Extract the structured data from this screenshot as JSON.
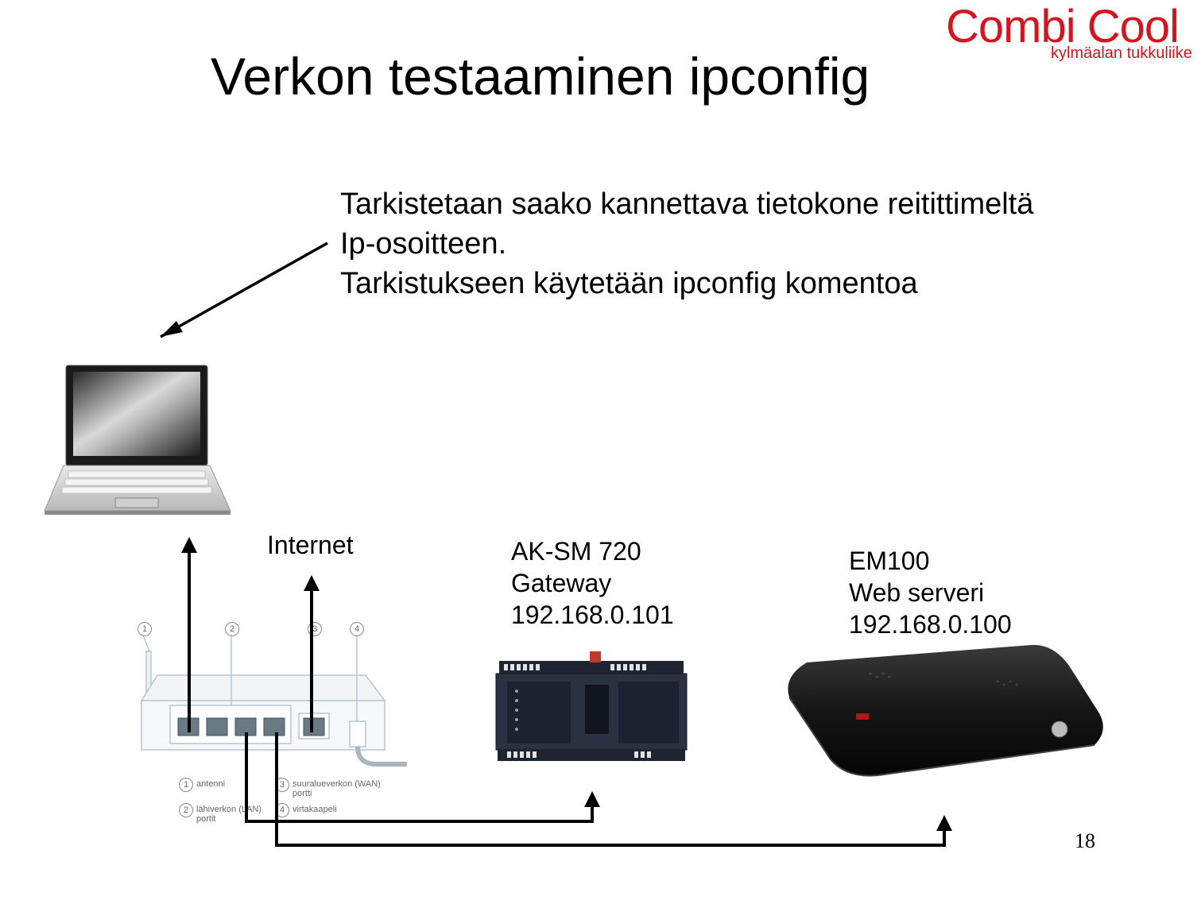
{
  "logo": {
    "name": "Combi Cool",
    "tagline": "kylmäalan tukkuliike",
    "color": "#d7141d"
  },
  "title": "Verkon testaaminen ipconfig",
  "description": [
    "Tarkistetaan saako kannettava tietokone reitittimeltä",
    "Ip-osoitteen.",
    "Tarkistukseen käytetään ipconfig komentoa"
  ],
  "internet_label": "Internet",
  "gateway": {
    "name": "AK-SM 720",
    "role": "Gateway",
    "ip": "192.168.0.101"
  },
  "web_server": {
    "name": "EM100",
    "role": "Web serveri",
    "ip": "192.168.0.100"
  },
  "router": {
    "port_numbers": [
      "1",
      "2",
      "3",
      "4"
    ],
    "legend": {
      "n1": "1",
      "l1": "antenni",
      "n2": "2",
      "l2a": "lähiverkon (LAN)",
      "l2b": "portit",
      "n3": "3",
      "l3a": "suuralueverkon (WAN)",
      "l3b": "portti",
      "n4": "4",
      "l4": "virtakaapeli"
    }
  },
  "page_number": "18"
}
